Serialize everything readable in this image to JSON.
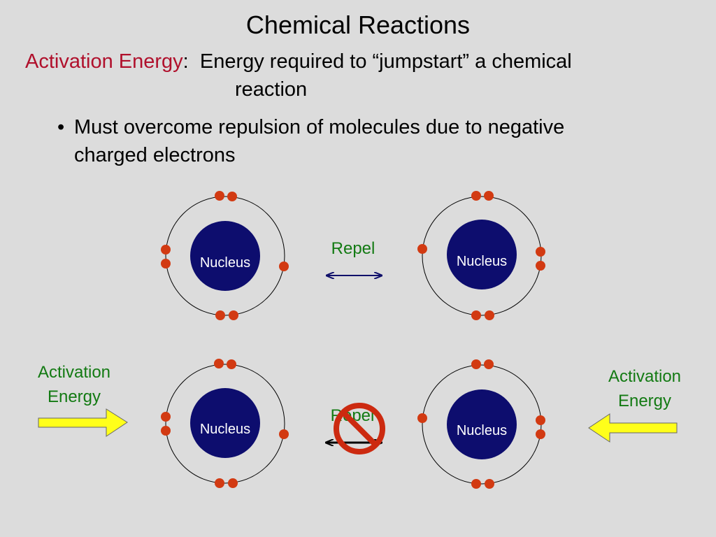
{
  "slide": {
    "title": "Chemical Reactions",
    "term": "Activation Energy",
    "term_separator": ":",
    "definition_line1": "Energy required to “jumpstart” a chemical",
    "definition_line2": "reaction",
    "bullet_mark": "•",
    "bullet_line1": "Must overcome repulsion of molecules due to negative",
    "bullet_line2": "charged electrons"
  },
  "diagram": {
    "nucleus_label": "Nucleus",
    "repel_label": "Repel",
    "activation_line1": "Activation",
    "activation_line2": "Energy"
  },
  "colors": {
    "term": "#b0102c",
    "nucleus": "#0d0d6e",
    "electron": "#d23a12",
    "repel_text": "#137a13",
    "repel_arrow": "#10106a",
    "activation_arrow_fill": "#ffff1a",
    "prohibition_sign": "#cc2a10"
  },
  "icons": {
    "forbidden": "prohibition-sign-icon",
    "push_right": "yellow-arrow-right-icon",
    "push_left": "yellow-arrow-left-icon",
    "repel": "double-headed-arrow-icon"
  }
}
